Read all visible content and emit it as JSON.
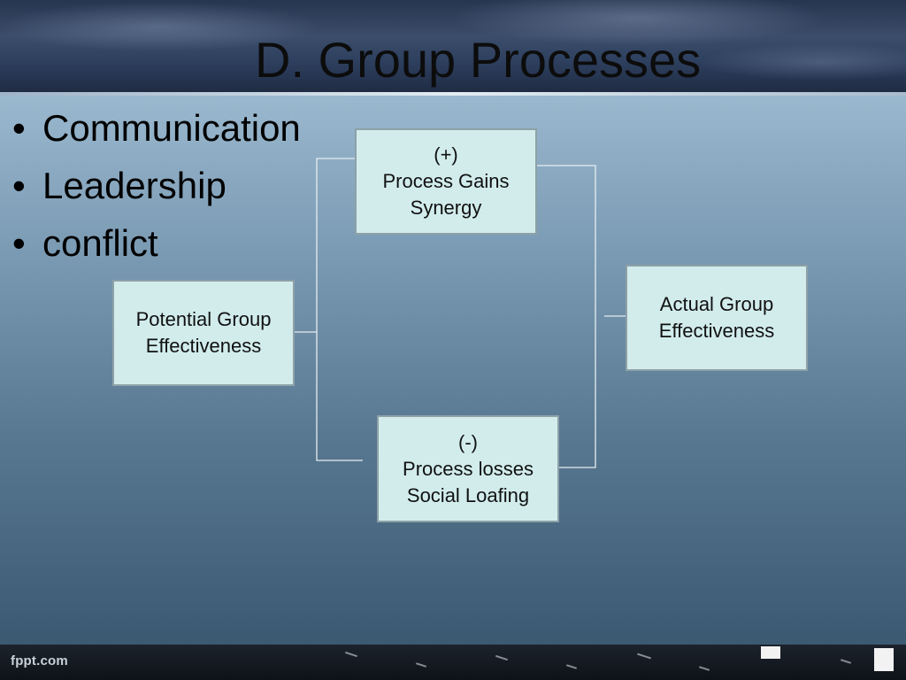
{
  "slide": {
    "title": "D. Group Processes",
    "bullets": [
      "Communication",
      "Leadership",
      "conflict"
    ],
    "bullet_glyph": "•",
    "footer_logo": "fppt.com"
  },
  "diagram": {
    "nodes": {
      "potential": {
        "lines": [
          "Potential Group",
          "Effectiveness"
        ]
      },
      "gains": {
        "lines": [
          "(+)",
          "Process Gains",
          "Synergy"
        ]
      },
      "losses": {
        "lines": [
          "(-)",
          "Process losses",
          "Social Loafing"
        ]
      },
      "actual": {
        "lines": [
          "Actual Group",
          "Effectiveness"
        ]
      }
    }
  },
  "colors": {
    "node_fill": "#d2ecec",
    "node_border": "#8ea1a8",
    "connector": "#e4edf2"
  }
}
